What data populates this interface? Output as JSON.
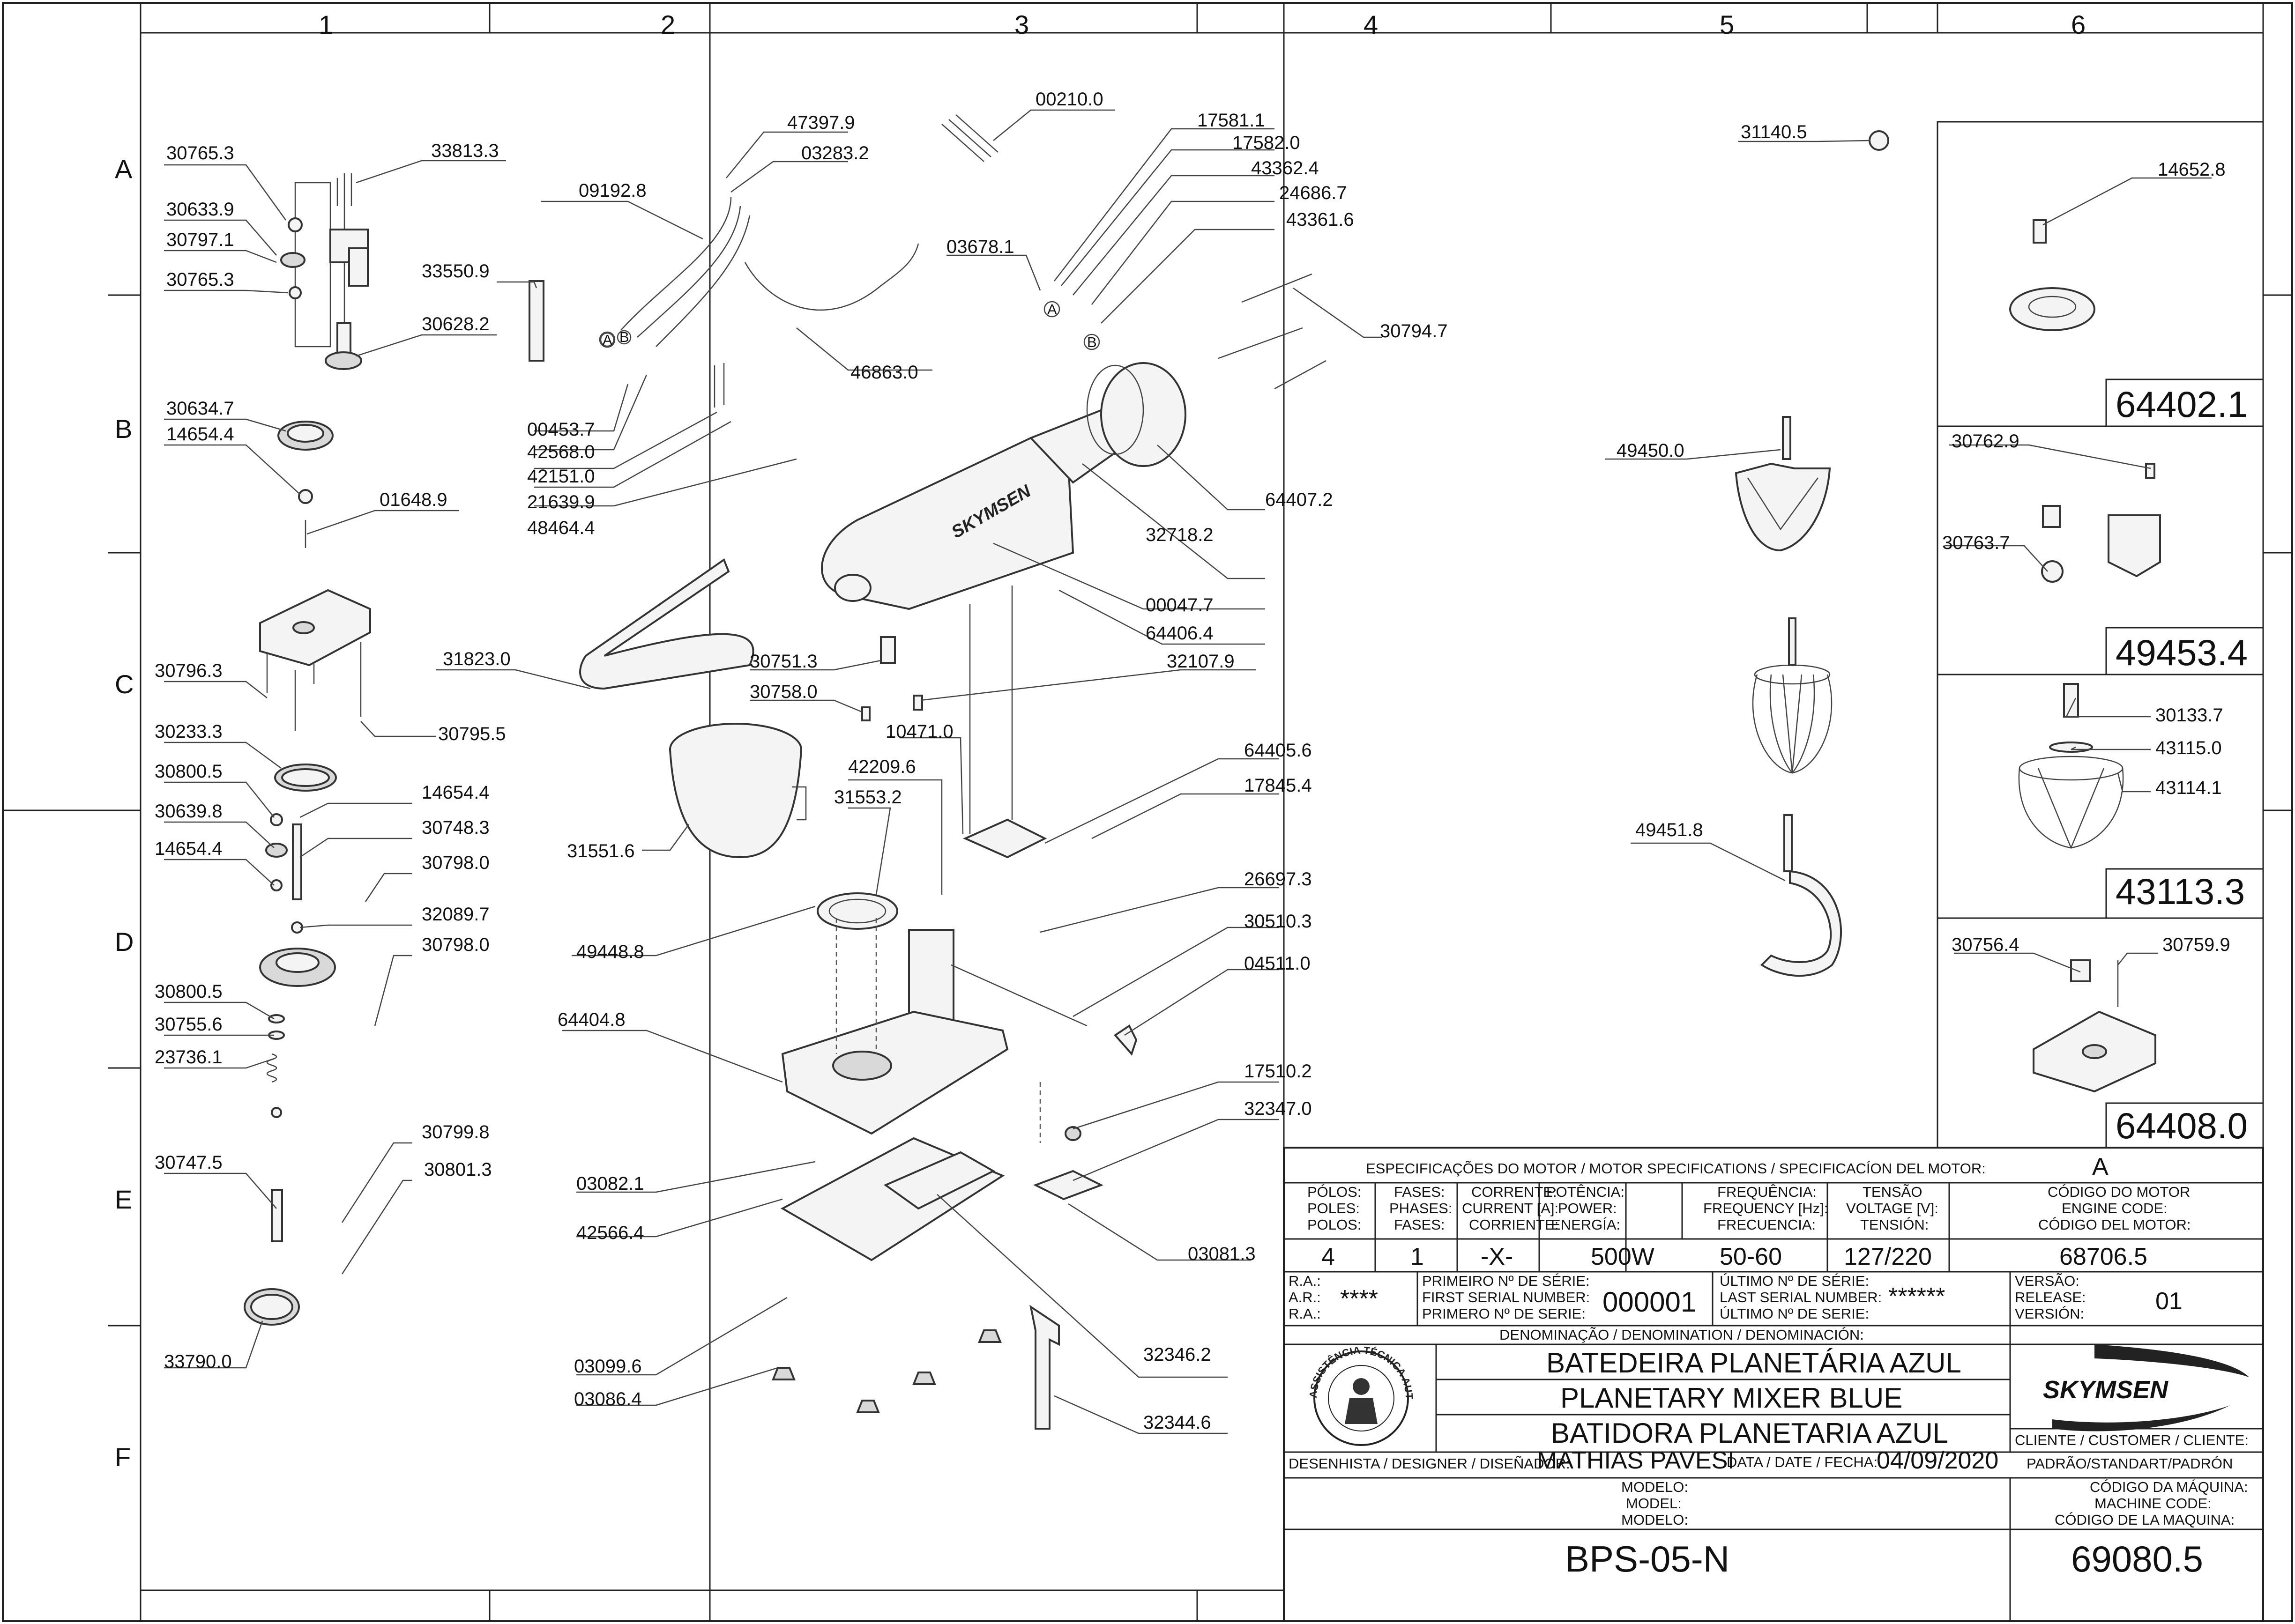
{
  "grid": {
    "columns": [
      "1",
      "2",
      "3",
      "4",
      "5",
      "6"
    ],
    "rows": [
      "A",
      "B",
      "C",
      "D",
      "E",
      "F"
    ]
  },
  "callouts": [
    {
      "id": "30765.3a",
      "text": "30765.3"
    },
    {
      "id": "33813.3",
      "text": "33813.3"
    },
    {
      "id": "30633.9",
      "text": "30633.9"
    },
    {
      "id": "30797.1",
      "text": "30797.1"
    },
    {
      "id": "30765.3b",
      "text": "30765.3"
    },
    {
      "id": "33550.9",
      "text": "33550.9"
    },
    {
      "id": "30628.2",
      "text": "30628.2"
    },
    {
      "id": "30634.7",
      "text": "30634.7"
    },
    {
      "id": "14654.4a",
      "text": "14654.4"
    },
    {
      "id": "01648.9",
      "text": "01648.9"
    },
    {
      "id": "30796.3",
      "text": "30796.3"
    },
    {
      "id": "30795.5",
      "text": "30795.5"
    },
    {
      "id": "30233.3",
      "text": "30233.3"
    },
    {
      "id": "30800.5a",
      "text": "30800.5"
    },
    {
      "id": "14654.4b",
      "text": "14654.4"
    },
    {
      "id": "30639.8",
      "text": "30639.8"
    },
    {
      "id": "30748.3",
      "text": "30748.3"
    },
    {
      "id": "14654.4c",
      "text": "14654.4"
    },
    {
      "id": "30798.0a",
      "text": "30798.0"
    },
    {
      "id": "32089.7",
      "text": "32089.7"
    },
    {
      "id": "30798.0b",
      "text": "30798.0"
    },
    {
      "id": "30800.5b",
      "text": "30800.5"
    },
    {
      "id": "30755.6",
      "text": "30755.6"
    },
    {
      "id": "23736.1",
      "text": "23736.1"
    },
    {
      "id": "30799.8",
      "text": "30799.8"
    },
    {
      "id": "30747.5",
      "text": "30747.5"
    },
    {
      "id": "30801.3",
      "text": "30801.3"
    },
    {
      "id": "33790.0",
      "text": "33790.0"
    },
    {
      "id": "47397.9",
      "text": "47397.9"
    },
    {
      "id": "03283.2",
      "text": "03283.2"
    },
    {
      "id": "09192.8",
      "text": "09192.8"
    },
    {
      "id": "46863.0",
      "text": "46863.0"
    },
    {
      "id": "00453.7",
      "text": "00453.7"
    },
    {
      "id": "42568.0",
      "text": "42568.0"
    },
    {
      "id": "42151.0",
      "text": "42151.0"
    },
    {
      "id": "21639.9",
      "text": "21639.9"
    },
    {
      "id": "48464.4",
      "text": "48464.4"
    },
    {
      "id": "00210.0",
      "text": "00210.0"
    },
    {
      "id": "17581.1",
      "text": "17581.1"
    },
    {
      "id": "17582.0",
      "text": "17582.0"
    },
    {
      "id": "43362.4",
      "text": "43362.4"
    },
    {
      "id": "24686.7",
      "text": "24686.7"
    },
    {
      "id": "43361.6",
      "text": "43361.6"
    },
    {
      "id": "03678.1",
      "text": "03678.1"
    },
    {
      "id": "30794.7",
      "text": "30794.7"
    },
    {
      "id": "64407.2",
      "text": "64407.2"
    },
    {
      "id": "32718.2",
      "text": "32718.2"
    },
    {
      "id": "00047.7",
      "text": "00047.7"
    },
    {
      "id": "64406.4",
      "text": "64406.4"
    },
    {
      "id": "31823.0",
      "text": "31823.0"
    },
    {
      "id": "30751.3",
      "text": "30751.3"
    },
    {
      "id": "30758.0",
      "text": "30758.0"
    },
    {
      "id": "32107.9",
      "text": "32107.9"
    },
    {
      "id": "10471.0",
      "text": "10471.0"
    },
    {
      "id": "64405.6",
      "text": "64405.6"
    },
    {
      "id": "42209.6",
      "text": "42209.6"
    },
    {
      "id": "31553.2",
      "text": "31553.2"
    },
    {
      "id": "17845.4",
      "text": "17845.4"
    },
    {
      "id": "31551.6",
      "text": "31551.6"
    },
    {
      "id": "26697.3",
      "text": "26697.3"
    },
    {
      "id": "49448.8",
      "text": "49448.8"
    },
    {
      "id": "30510.3",
      "text": "30510.3"
    },
    {
      "id": "04511.0",
      "text": "04511.0"
    },
    {
      "id": "64404.8",
      "text": "64404.8"
    },
    {
      "id": "17510.2",
      "text": "17510.2"
    },
    {
      "id": "32347.0",
      "text": "32347.0"
    },
    {
      "id": "03082.1",
      "text": "03082.1"
    },
    {
      "id": "42566.4",
      "text": "42566.4"
    },
    {
      "id": "03081.3",
      "text": "03081.3"
    },
    {
      "id": "03099.6",
      "text": "03099.6"
    },
    {
      "id": "32346.2",
      "text": "32346.2"
    },
    {
      "id": "03086.4",
      "text": "03086.4"
    },
    {
      "id": "32344.6",
      "text": "32344.6"
    },
    {
      "id": "31140.5",
      "text": "31140.5"
    },
    {
      "id": "49450.0",
      "text": "49450.0"
    },
    {
      "id": "49451.8",
      "text": "49451.8"
    },
    {
      "id": "14652.8",
      "text": "14652.8"
    },
    {
      "id": "30762.9",
      "text": "30762.9"
    },
    {
      "id": "30763.7",
      "text": "30763.7"
    },
    {
      "id": "30133.7",
      "text": "30133.7"
    },
    {
      "id": "43115.0",
      "text": "43115.0"
    },
    {
      "id": "43114.1",
      "text": "43114.1"
    },
    {
      "id": "30756.4",
      "text": "30756.4"
    },
    {
      "id": "30759.9",
      "text": "30759.9"
    }
  ],
  "side_assemblies": [
    "64402.1",
    "49453.4",
    "43113.3",
    "64408.0"
  ],
  "balloons": [
    "A",
    "B",
    "A",
    "B"
  ],
  "body_logo": "SKYMSEN",
  "title_block": {
    "motor_header": "ESPECIFICAÇÕES DO MOTOR / MOTOR SPECIFICATIONS / SPECIFICACÍON DEL MOTOR:",
    "motor_letter": "A",
    "col_heads": [
      [
        "PÓLOS:",
        "POLES:",
        "POLOS:"
      ],
      [
        "FASES:",
        "PHASES:",
        "FASES:"
      ],
      [
        "CORRENTE:",
        "CURRENT [A]:",
        "CORRIENTE:"
      ],
      [
        "POTÊNCIA:",
        "POWER:",
        "ENERGÍA:"
      ],
      [
        "FREQUÊNCIA:",
        "FREQUENCY [Hz]:",
        "FRECUENCIA:"
      ],
      [
        "TENSÃO",
        "VOLTAGE [V]:",
        "TENSIÓN:"
      ],
      [
        "CÓDIGO DO MOTOR",
        "ENGINE CODE:",
        "CÓDIGO DEL MOTOR:"
      ]
    ],
    "col_values": [
      "4",
      "1",
      "-X-",
      "500W",
      "50-60",
      "127/220",
      "68706.5"
    ],
    "ra_labels": [
      "R.A.:",
      "A.R.:",
      "R.A.:"
    ],
    "ra_value": "****",
    "first_serial_labels": [
      "PRIMEIRO Nº DE SÉRIE:",
      "FIRST SERIAL NUMBER:",
      "PRIMERO Nº DE SERIE:"
    ],
    "first_serial": "000001",
    "last_serial_labels": [
      "ÚLTIMO Nº DE SÉRIE:",
      "LAST SERIAL NUMBER:",
      "ÚLTIMO Nº DE SERIE:"
    ],
    "last_serial": "******",
    "version_labels": [
      "VERSÃO:",
      "RELEASE:",
      "VERSIÓN:"
    ],
    "version": "01",
    "denomination_header": "DENOMINAÇÃO / DENOMINATION / DENOMINACIÓN:",
    "names": [
      "BATEDEIRA PLANETÁRIA AZUL",
      "PLANETARY MIXER BLUE",
      "BATIDORA PLANETARIA AZUL"
    ],
    "seal_text": "ASSISTÊNCIA TÉCNICA AUTORIZADA",
    "brand": "SKYMSEN",
    "designer_label": "DESENHISTA / DESIGNER / DISEÑADOR:",
    "designer": "MATHIAS PAVESI",
    "date_label": "DATA / DATE / FECHA:",
    "date": "04/09/2020",
    "client_label": "CLIENTE / CUSTOMER / CLIENTE:",
    "client": "PADRÃO/STANDART/PADRÓN",
    "model_labels": [
      "MODELO:",
      "MODEL:",
      "MODELO:"
    ],
    "model": "BPS-05-N",
    "machine_code_labels": [
      "CÓDIGO DA MÁQUINA:",
      "MACHINE CODE:",
      "CÓDIGO DE LA MAQUINA:"
    ],
    "machine_code": "69080.5"
  },
  "colors": {
    "line": "#222222",
    "part_fill": "#f4f4f4",
    "paper": "#ffffff"
  }
}
